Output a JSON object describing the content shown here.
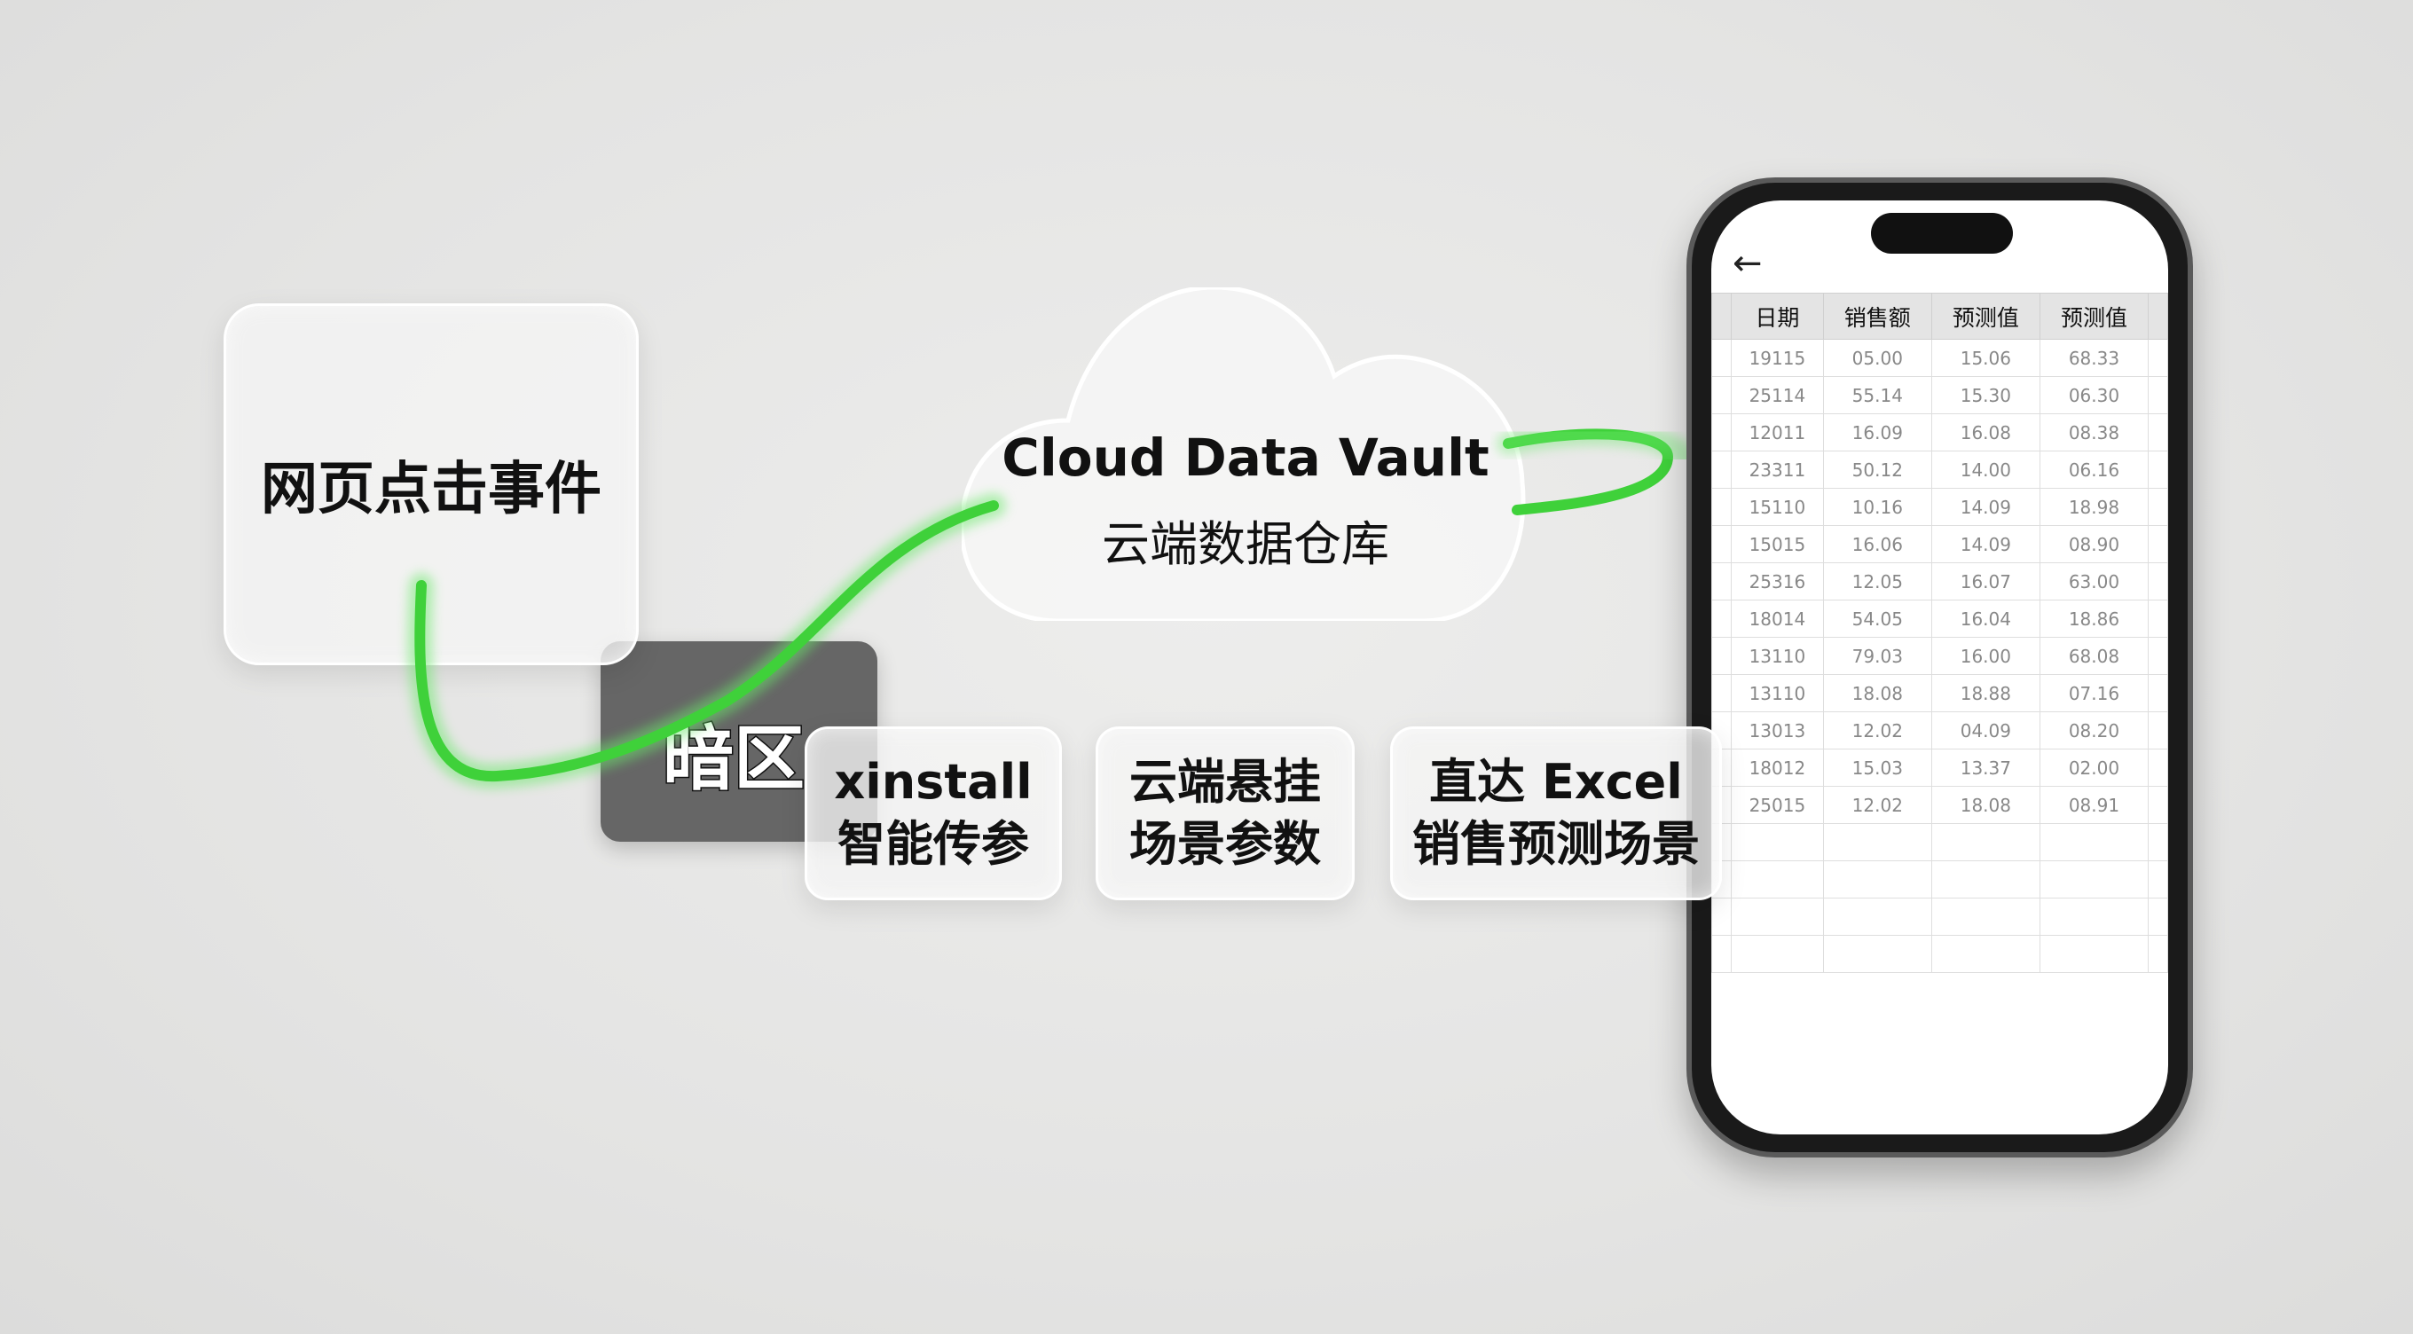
{
  "source_card": {
    "label": "网页点击事件"
  },
  "dark_zone": {
    "label": "暗区"
  },
  "cloud": {
    "title": "Cloud Data Vault",
    "subtitle": "云端数据仓库"
  },
  "chips": [
    {
      "line1": "xinstall",
      "line2": "智能传参"
    },
    {
      "line1": "云端悬挂",
      "line2": "场景参数"
    },
    {
      "line1": "直达 Excel",
      "line2": "销售预测场景"
    }
  ],
  "colors": {
    "tube": "#3fd13a",
    "dark_zone": "#666666"
  },
  "phone": {
    "back_icon": "arrow-left",
    "headers": [
      "日期",
      "销售额",
      "预测值",
      "预测值"
    ],
    "rows": [
      [
        "19115",
        "05.00",
        "15.06",
        "68.33"
      ],
      [
        "25114",
        "55.14",
        "15.30",
        "06.30"
      ],
      [
        "12011",
        "16.09",
        "16.08",
        "08.38"
      ],
      [
        "23311",
        "50.12",
        "14.00",
        "06.16"
      ],
      [
        "15110",
        "10.16",
        "14.09",
        "18.98"
      ],
      [
        "15015",
        "16.06",
        "14.09",
        "08.90"
      ],
      [
        "25316",
        "12.05",
        "16.07",
        "63.00"
      ],
      [
        "18014",
        "54.05",
        "16.04",
        "18.86"
      ],
      [
        "13110",
        "79.03",
        "16.00",
        "68.08"
      ],
      [
        "13110",
        "18.08",
        "18.88",
        "07.16"
      ],
      [
        "13013",
        "12.02",
        "04.09",
        "08.20"
      ],
      [
        "18012",
        "15.03",
        "13.37",
        "02.00"
      ],
      [
        "25015",
        "12.02",
        "18.08",
        "08.91"
      ]
    ]
  }
}
